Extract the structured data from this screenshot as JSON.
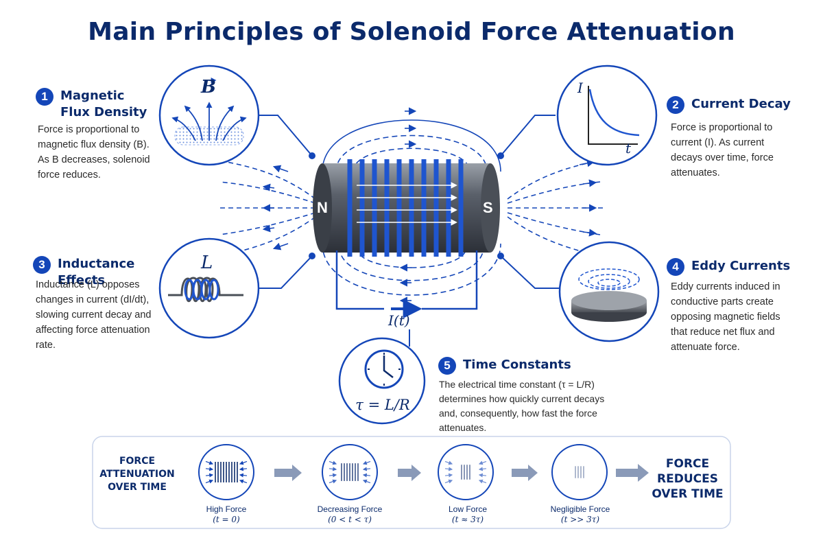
{
  "title": "Main Principles of Solenoid Force Attenuation",
  "colors": {
    "primary": "#1446b8",
    "dark": "#0b2a6b",
    "light": "#6f95e6"
  },
  "sections": [
    {
      "num": "1",
      "title": "Magnetic Flux Density",
      "body": "Force is proportional to magnetic flux density (B). As B decreases, solenoid force reduces.",
      "icon_label": "B"
    },
    {
      "num": "2",
      "title": "Current Decay",
      "body": "Force is proportional to current (I). As current decays over time, force attenuates.",
      "icon_y": "I",
      "icon_x": "t"
    },
    {
      "num": "3",
      "title": "Inductance Effects",
      "body": "Inductance (L) opposes changes in current (dI/dt), slowing current decay and affecting force attenuation rate.",
      "icon_label": "L"
    },
    {
      "num": "4",
      "title": "Eddy Currents",
      "body": "Eddy currents induced in conductive parts create opposing magnetic fields that reduce net flux and attenuate force."
    },
    {
      "num": "5",
      "title": "Time Constants",
      "body": "The electrical time constant (τ = L/R) determines how quickly current decays and, consequently, how fast the force attenuates.",
      "icon_label": "τ = L/R"
    }
  ],
  "solenoid": {
    "north": "N",
    "south": "S",
    "current_label": "I(t)"
  },
  "timeline": {
    "left_label": "FORCE ATTENUATION OVER TIME",
    "right_label": "FORCE REDUCES OVER TIME",
    "stages": [
      {
        "label": "High Force",
        "sub": "(t = 0)",
        "level": 1.0
      },
      {
        "label": "Decreasing Force",
        "sub": "(0 < t < τ)",
        "level": 0.7
      },
      {
        "label": "Low Force",
        "sub": "(t ≈ 3τ)",
        "level": 0.4
      },
      {
        "label": "Negligible Force",
        "sub": "(t >> 3τ)",
        "level": 0.1
      }
    ]
  }
}
